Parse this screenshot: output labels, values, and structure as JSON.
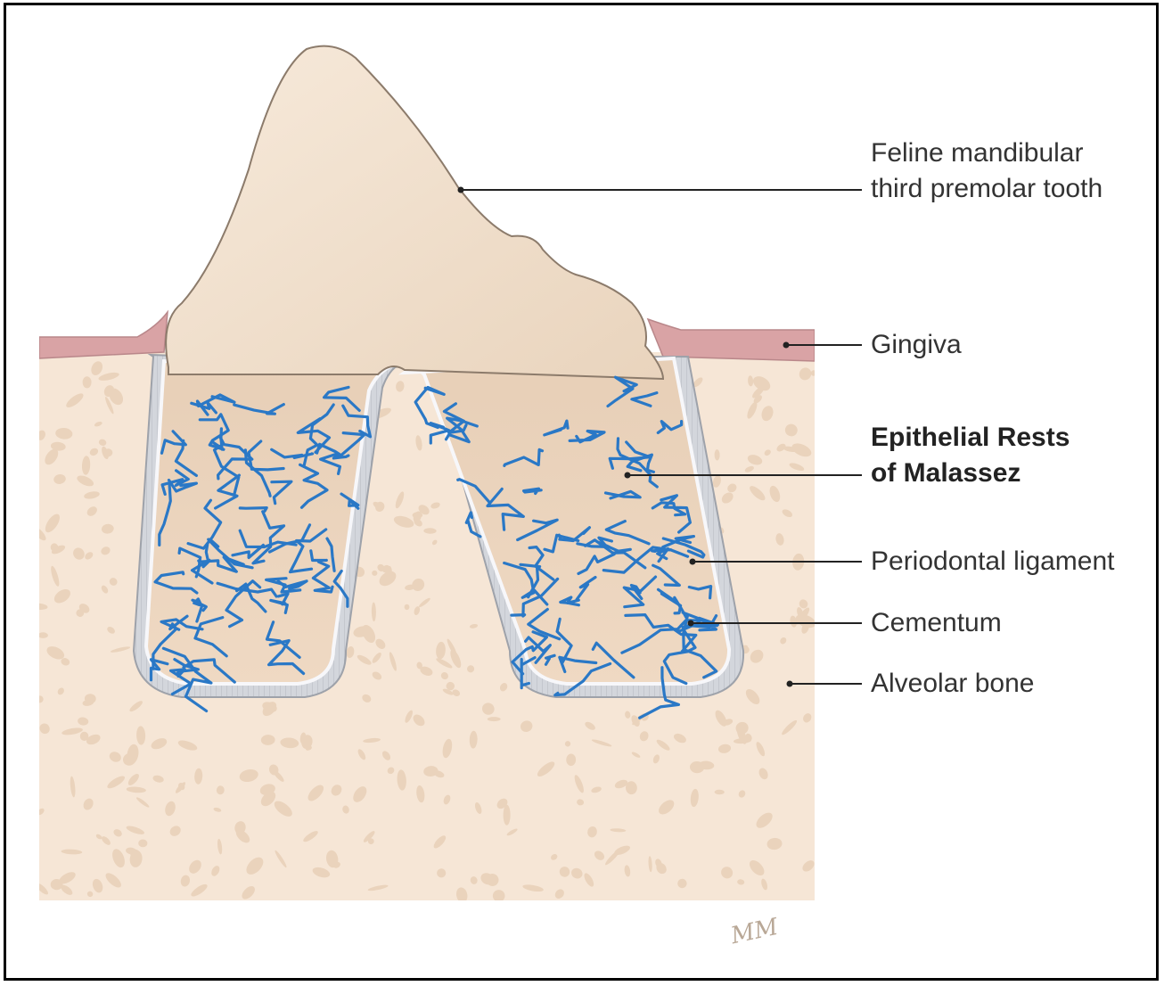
{
  "labels": {
    "tooth_line1": "Feline mandibular",
    "tooth_line2": "third premolar tooth",
    "gingiva": "Gingiva",
    "rests_line1": "Epithelial Rests",
    "rests_line2": "of Malassez",
    "pdl": "Periodontal ligament",
    "cementum": "Cementum",
    "alveolar": "Alveolar bone"
  },
  "colors": {
    "enamel": "#f2e2cf",
    "gingiva": "#d9a3a5",
    "bone": "#f6e6d6",
    "bone_pore": "#ead3bc",
    "ligament": "#c9ccd3",
    "rests": "#2a78c6",
    "leader": "#222222"
  }
}
